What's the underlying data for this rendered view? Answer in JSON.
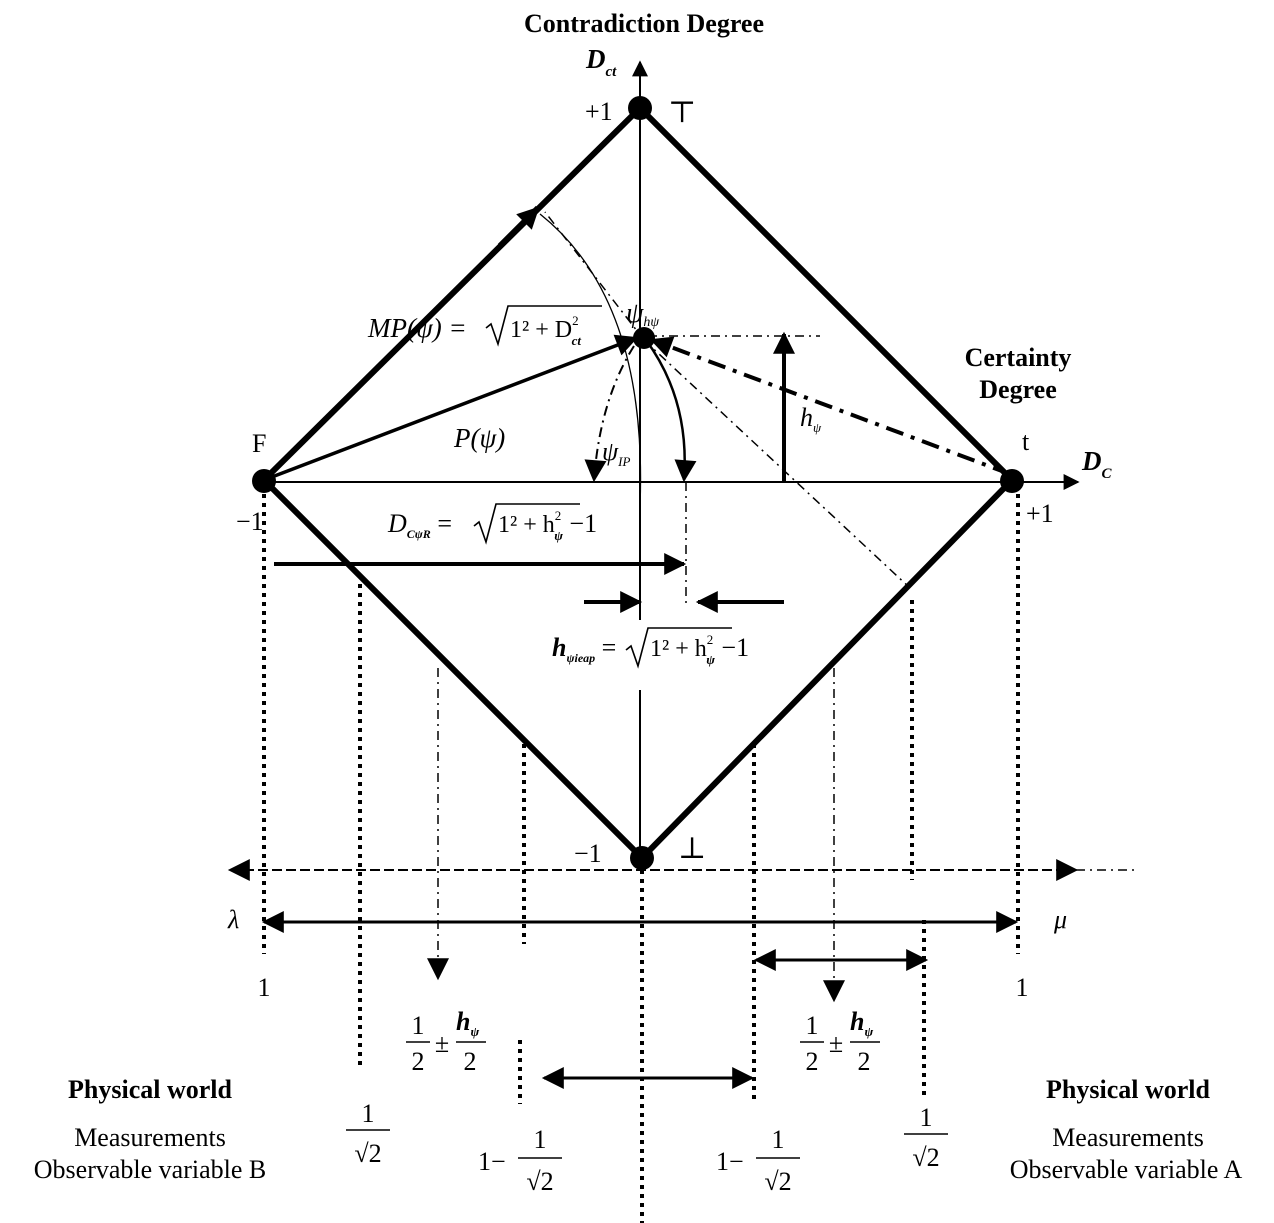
{
  "titles": {
    "contradiction": "Contradiction Degree",
    "certainty_line1": "Certainty",
    "certainty_line2": "Degree"
  },
  "axes": {
    "dct_main": "D",
    "dct_sub": "ct",
    "dc_main": "D",
    "dc_sub": "C",
    "lambda": "λ",
    "mu": "μ"
  },
  "points": {
    "top_value": "+1",
    "top_symbol": "⊤",
    "bottom_value": "−1",
    "bottom_symbol": "⊥",
    "left_label": "F",
    "left_value": "−1",
    "right_label": "t",
    "right_value": "+1",
    "psi_main": "ψ",
    "psi_sub": "hψ"
  },
  "formulas": {
    "mp_lhs": "MP(ψ) = ",
    "mp_rad": "1² + D",
    "mp_rad_sup": "2",
    "mp_rad_sub": "ct",
    "p_psi": "P(ψ)",
    "psi_ip_main": "ψ",
    "psi_ip_sub": "IP",
    "h_psi_main": "h",
    "h_psi_sub": "ψ",
    "dcr_main": "D",
    "dcr_sub": "CψR",
    "dcr_eq": " = ",
    "dcr_rad": "1² + h",
    "dcr_rad_sup": "2",
    "dcr_rad_sub": "ψ",
    "dcr_tail": " −1",
    "hieap_main": "h",
    "hieap_sub": "ψieap",
    "hieap_eq": " = ",
    "hieap_rad": "1² + h",
    "hieap_rad_sup": "2",
    "hieap_rad_sub": "ψ",
    "hieap_tail": " −1"
  },
  "scale": {
    "left_one": "1",
    "right_one": "1",
    "frac_one": "1",
    "frac_two": "2",
    "sqrt_two": "√2",
    "one_minus": "1−",
    "pm": "±",
    "h_main": "h",
    "h_sub": "ψ"
  },
  "physical_left": {
    "title": "Physical world",
    "line1": "Measurements",
    "line2": "Observable variable B"
  },
  "physical_right": {
    "title": "Physical world",
    "line1": "Measurements",
    "line2": "Observable variable A"
  }
}
